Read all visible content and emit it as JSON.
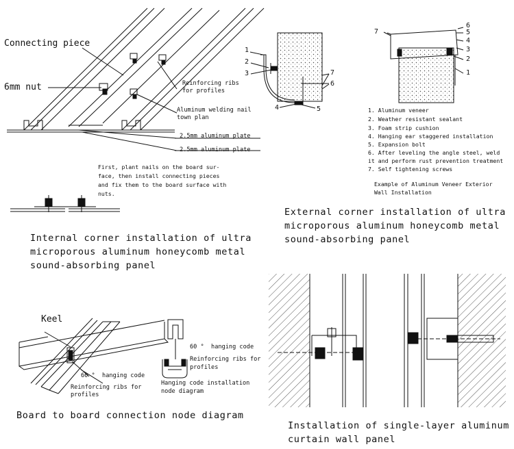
{
  "colors": {
    "ink": "#111111",
    "background": "#ffffff",
    "hatch": "#555555"
  },
  "internal": {
    "connecting_piece": "Connecting piece",
    "nut": "6mm nut",
    "ribs": [
      "Reinforcing ribs",
      "for profiles"
    ],
    "welding": [
      "Aluminum welding nail",
      "town plan"
    ],
    "plate1": "2.5mm aluminum plate",
    "plate2": "2.5mm aluminum plate",
    "note": [
      "First, plant nails on the board sur-",
      "face, then install connecting pieces",
      "and fix them to the board surface with",
      "nuts."
    ],
    "caption": [
      "Internal corner installation of ultra",
      "microporous aluminum honeycomb metal",
      "sound-absorbing panel"
    ]
  },
  "external": {
    "left_numbers": [
      "1",
      "2",
      "3",
      "4",
      "5",
      "6",
      "7"
    ],
    "right_numbers": [
      "1",
      "2",
      "3",
      "4",
      "5",
      "6",
      "7"
    ],
    "legend": [
      "1. Aluminum veneer",
      "2. Weather resistant sealant",
      "3. Foam strip cushion",
      "4. Hanging ear staggered installation",
      "5. Expansion bolt",
      "6. After leveling the angle steel, weld",
      "it and perform rust prevention treatment",
      "7. Self tightening screws"
    ],
    "example": [
      "Example of Aluminum Veneer Exterior",
      "Wall Installation"
    ],
    "caption": [
      "External corner installation of ultra",
      "microporous aluminum honeycomb metal",
      "sound-absorbing panel"
    ]
  },
  "board": {
    "keel": "Keel",
    "hang1": "60 °  hanging code",
    "ribs1": [
      "Reinforcing ribs for",
      "profiles"
    ],
    "hang2": "60 °  hanging code",
    "ribs2": [
      "Reinforcing ribs for",
      "profiles"
    ],
    "node": [
      "Hanging code installation",
      "node diagram"
    ],
    "caption": "Board to board connection node diagram"
  },
  "curtain": {
    "caption": [
      "Installation of single-layer aluminum",
      "curtain wall panel"
    ]
  }
}
